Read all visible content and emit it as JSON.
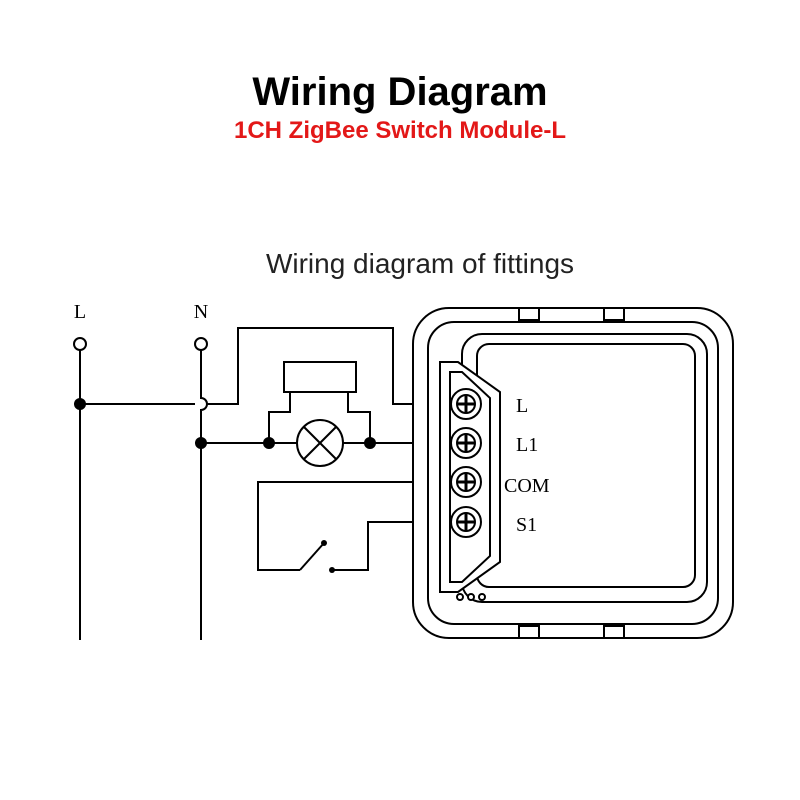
{
  "header": {
    "title": "Wiring Diagram",
    "subtitle": "1CH ZigBee Switch Module-L",
    "subtitle_color": "#e31818"
  },
  "diagram": {
    "caption": "Wiring diagram of fittings",
    "supply_labels": {
      "line": "L",
      "neutral": "N"
    },
    "terminals": [
      "L",
      "L1",
      "COM",
      "S1"
    ],
    "components": [
      "load-lamp",
      "wall-switch",
      "switch-module"
    ]
  }
}
